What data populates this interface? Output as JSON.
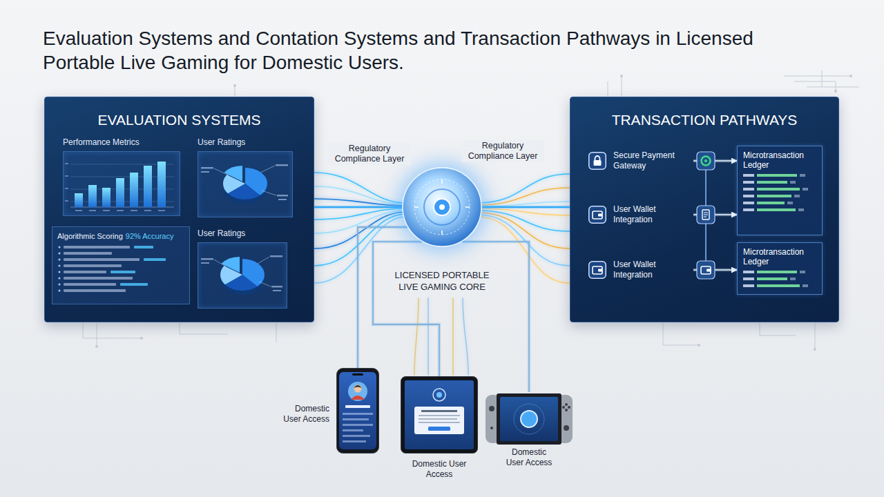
{
  "diagram": {
    "title": "Evaluation Systems and Contation Systems and Transaction Pathways in Licensed Portable Live Gaming for Domestic Users.",
    "nodes": [
      {
        "text": [
          "EVALUATION SYSTEMS"
        ]
      },
      {
        "text": [
          "Performance Metrics"
        ],
        "in": 0
      },
      {
        "text": [
          "User Ratings"
        ],
        "in": 0
      },
      {
        "text": [
          "Algorithmic Scoring",
          "92% Accuracy"
        ],
        "in": 0
      },
      {
        "text": [
          "User Ratings"
        ],
        "in": 0
      },
      {
        "text": [
          "LICENSED PORTABLE LIVE GAMING CORE"
        ]
      },
      {
        "text": [
          "TRANSACTION PATHWAYS"
        ]
      },
      {
        "text": [
          "Secure Payment Gateway"
        ],
        "in": 6
      },
      {
        "text": [
          "User Wallet Integration"
        ],
        "in": 6
      },
      {
        "text": [
          "User Wallet Integration"
        ],
        "in": 6
      },
      {
        "text": [
          "Microtransaction Ledger"
        ],
        "in": 6
      },
      {
        "text": [
          "Microtransaction Ledger"
        ],
        "in": 6
      },
      {
        "text": [
          "Domestic User Access"
        ]
      },
      {
        "text": [
          "Domestic User Access"
        ]
      },
      {
        "text": [
          "Domestic User Access"
        ]
      }
    ],
    "edges": [
      {
        "from": 0,
        "to": 5,
        "label": "Regulatory Compliance Layer",
        "arrow": "none"
      },
      {
        "from": 5,
        "to": 6,
        "label": "Regulatory Compliance Layer",
        "arrow": "none"
      },
      {
        "from": 7,
        "to": 10,
        "arrow": "to"
      },
      {
        "from": 8,
        "to": 10,
        "arrow": "to"
      },
      {
        "from": 9,
        "to": 11,
        "arrow": "to"
      },
      {
        "from": 5,
        "to": 12,
        "arrow": "none"
      },
      {
        "from": 5,
        "to": 13,
        "arrow": "none"
      },
      {
        "from": 5,
        "to": 14,
        "arrow": "none"
      }
    ]
  }
}
